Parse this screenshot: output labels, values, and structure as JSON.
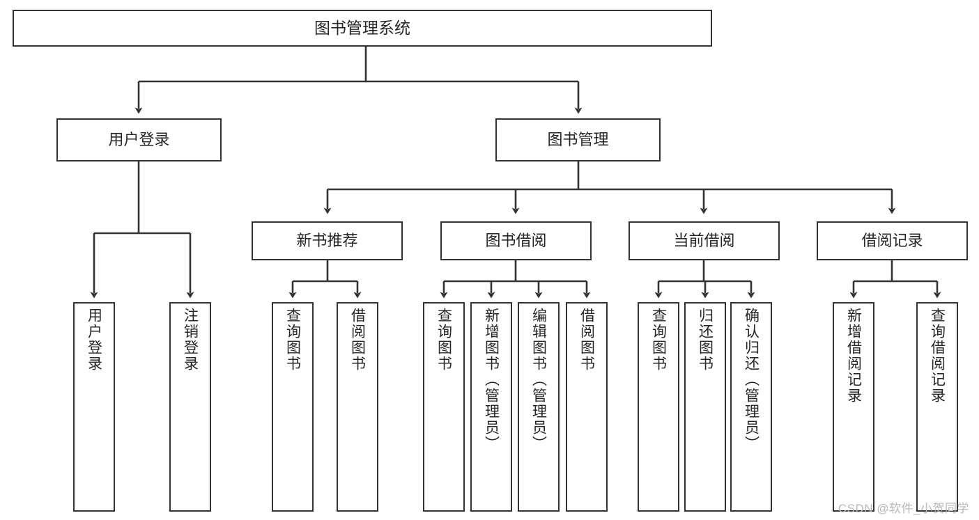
{
  "diagram": {
    "title": "图书管理系统",
    "watermark": "CSDN @软件_小贺同学",
    "colors": {
      "stroke": "#333333",
      "box_fill": "#ffffff",
      "text": "#262626",
      "watermark": "#b8b8b8",
      "background": "#ffffff"
    },
    "nodes": {
      "root": {
        "label": "图书管理系统"
      },
      "level2": [
        {
          "id": "user-login",
          "label": "用户登录"
        },
        {
          "id": "book-management",
          "label": "图书管理"
        }
      ],
      "level3": [
        {
          "id": "new-book-recommend",
          "label": "新书推荐"
        },
        {
          "id": "book-borrow",
          "label": "图书借阅"
        },
        {
          "id": "current-borrow",
          "label": "当前借阅"
        },
        {
          "id": "borrow-record",
          "label": "借阅记录"
        }
      ],
      "leaves": {
        "user-login": [
          {
            "id": "user-login-action",
            "label": "用户登录"
          },
          {
            "id": "user-logout-action",
            "label": "注销登录"
          }
        ],
        "new-book-recommend": [
          {
            "id": "query-book-1",
            "label": "查询图书"
          },
          {
            "id": "borrow-book-1",
            "label": "借阅图书"
          }
        ],
        "book-borrow": [
          {
            "id": "query-book-2",
            "label": "查询图书"
          },
          {
            "id": "add-book-admin",
            "label": "新增图书（管理员）"
          },
          {
            "id": "edit-book-admin",
            "label": "编辑图书（管理员）"
          },
          {
            "id": "borrow-book-2",
            "label": "借阅图书"
          }
        ],
        "current-borrow": [
          {
            "id": "query-book-3",
            "label": "查询图书"
          },
          {
            "id": "return-book",
            "label": "归还图书"
          },
          {
            "id": "confirm-return-admin",
            "label": "确认归还（管理员）"
          }
        ],
        "borrow-record": [
          {
            "id": "add-borrow-record",
            "label": "新增借阅记录"
          },
          {
            "id": "query-borrow-record",
            "label": "查询借阅记录"
          }
        ]
      }
    }
  }
}
